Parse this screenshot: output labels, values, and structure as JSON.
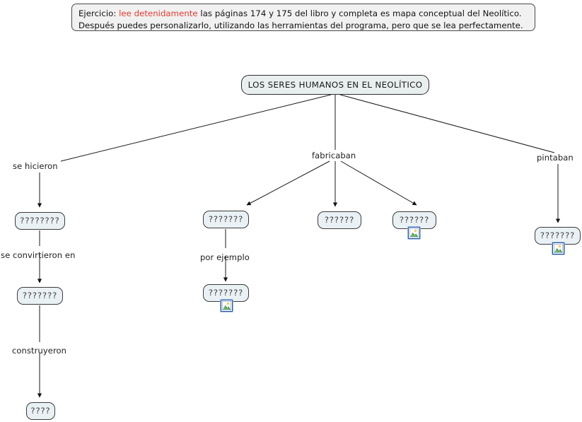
{
  "banner": {
    "line1_pre": "Ejercicio: ",
    "line1_highlight": "lee detenidamente",
    "line1_post": " las páginas 174 y 175 del libro y completa es mapa conceptual del Neolítico.",
    "line2": "Después puedes personalizarlo, utilizando las herramientas del programa, pero que se lea perfectamente.",
    "highlight_color": "#e8382f"
  },
  "map": {
    "root": {
      "label": "LOS SERES HUMANOS EN EL NEOLÍTICO"
    },
    "edge_labels": [
      {
        "key": "se_hicieron",
        "text": "se hicieron"
      },
      {
        "key": "fabricaban",
        "text": "fabricaban"
      },
      {
        "key": "pintaban",
        "text": "pintaban"
      },
      {
        "key": "se_convirtieron_en",
        "text": "se convirtieron en"
      },
      {
        "key": "construyeron",
        "text": "construyeron"
      },
      {
        "key": "por_ejemplo",
        "text": "por ejemplo"
      }
    ],
    "nodes": [
      {
        "key": "n_se_hicieron",
        "label": "????????",
        "has_picture": false
      },
      {
        "key": "n_se_convirtieron",
        "label": "???????",
        "has_picture": false
      },
      {
        "key": "n_construyeron",
        "label": "????",
        "has_picture": false
      },
      {
        "key": "n_fab_1",
        "label": "???????",
        "has_picture": false
      },
      {
        "key": "n_fab_2",
        "label": "??????",
        "has_picture": false
      },
      {
        "key": "n_fab_3",
        "label": "??????",
        "has_picture": true
      },
      {
        "key": "n_por_ejemplo",
        "label": "???????",
        "has_picture": true
      },
      {
        "key": "n_pintaban",
        "label": "???????",
        "has_picture": true
      }
    ],
    "icon_name": "picture-icon",
    "node_fill": "#eaf1f5",
    "node_border": "#3b3b3b",
    "line_color": "#1a1a1a"
  }
}
